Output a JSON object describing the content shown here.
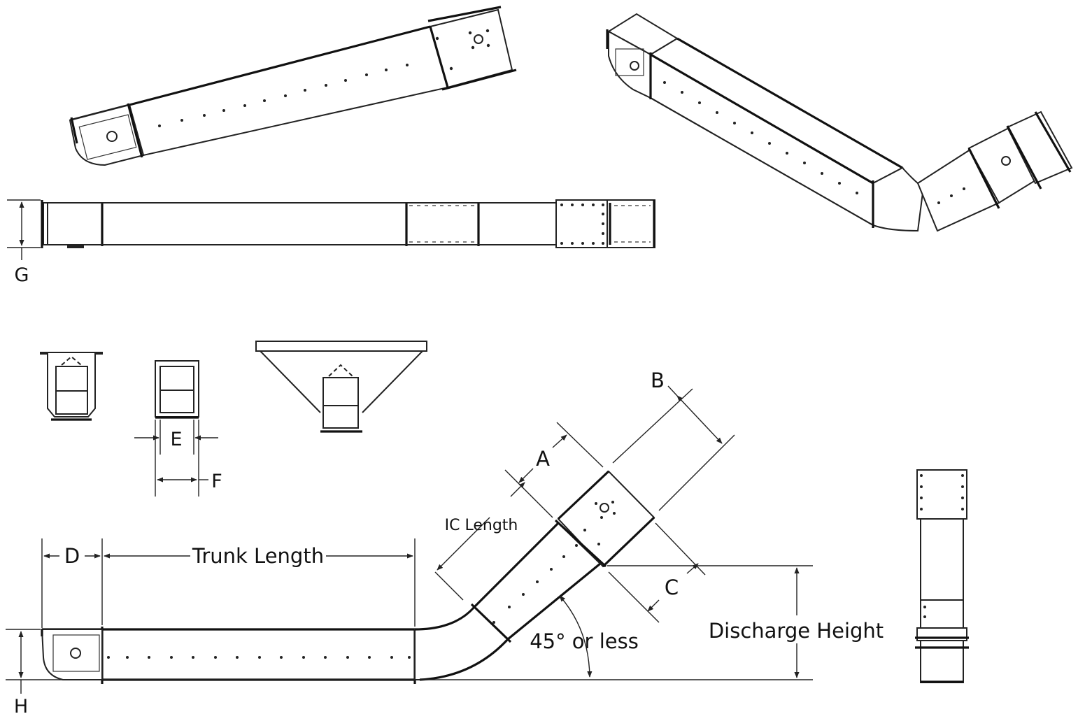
{
  "labels": {
    "g": "G",
    "e": "E",
    "f": "F",
    "b": "B",
    "a": "A",
    "ic_length": "IC Length",
    "c": "C",
    "d": "D",
    "trunk_length": "Trunk Length",
    "discharge_height": "Discharge Height",
    "angle": "45° or less",
    "h": "H"
  }
}
